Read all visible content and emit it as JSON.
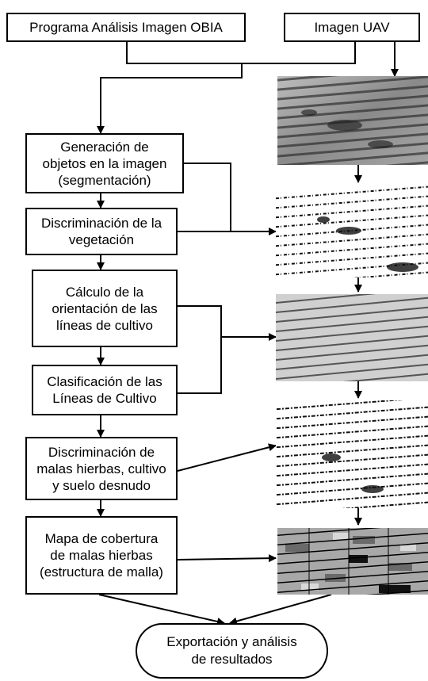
{
  "title_boxes": {
    "program": "Programa Análisis Imagen OBIA",
    "image": "Imagen UAV"
  },
  "steps": [
    "Generación de\nobjetos en la imagen\n(segmentación)",
    "Discriminación de la\nvegetación",
    "Cálculo de la\norientación de las\nlíneas de cultivo",
    "Clasificación de las\nLíneas de Cultivo",
    "Discriminación de\nmalas hierbas, cultivo\ny suelo desnudo",
    "Mapa de cobertura\nde malas hierbas\n(estructura de malla)"
  ],
  "output": "Exportación y análisis\nde resultados",
  "thumbnails": [
    "uav-image",
    "segmented-image",
    "vegetation-image",
    "crop-lines-image",
    "weed-crop-soil-image",
    "weed-cover-grid-map"
  ],
  "colors": {
    "line": "#000000",
    "box_fill": "#ffffff"
  }
}
